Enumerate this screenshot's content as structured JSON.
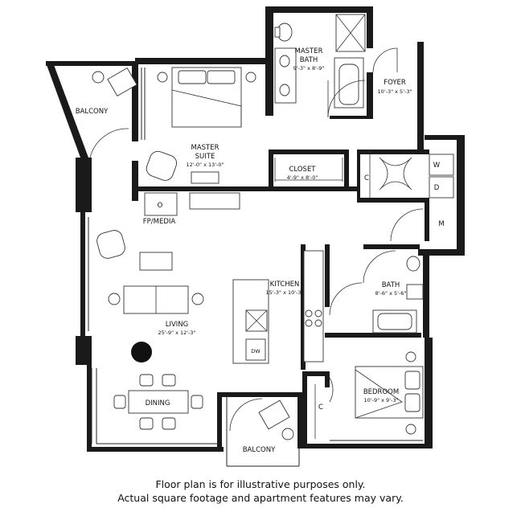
{
  "rooms": {
    "master_bath": {
      "name_1": "MASTER",
      "name_2": "BATH",
      "dims": "9'-3\" x 8'-9\""
    },
    "foyer": {
      "name": "FOYER",
      "dims": "10'-3\" x 5'-3\""
    },
    "balcony_top": {
      "name": "BALCONY"
    },
    "master_suite": {
      "name_1": "MASTER",
      "name_2": "SUITE",
      "dims": "12'-0\" x 13'-0\""
    },
    "closet": {
      "name": "CLOSET",
      "dims": "4'-9\" x 8'-0\""
    },
    "fp_media": {
      "name": "FP/MEDIA"
    },
    "kitchen": {
      "name": "KITCHEN",
      "dims": "15'-3\" x 10'-3\""
    },
    "living": {
      "name": "LIVING",
      "dims": "25'-9\" x 12'-3\""
    },
    "bath": {
      "name": "BATH",
      "dims": "8'-6\" x 5'-6\""
    },
    "dining": {
      "name": "DINING"
    },
    "bedroom": {
      "name": "BEDROOM",
      "dims": "10'-9\" x 9'-3\""
    },
    "balcony_bottom": {
      "name": "BALCONY"
    }
  },
  "labels": {
    "closet_c": "C",
    "washer_w": "W",
    "dryer_d": "D",
    "mech_m": "M",
    "fireplace_o": "O",
    "dishwasher": "DW",
    "bedroom_closet_c": "C"
  },
  "disclaimer": {
    "line_1": "Floor plan is for illustrative purposes only.",
    "line_2": "Actual square footage and apartment features may vary."
  }
}
